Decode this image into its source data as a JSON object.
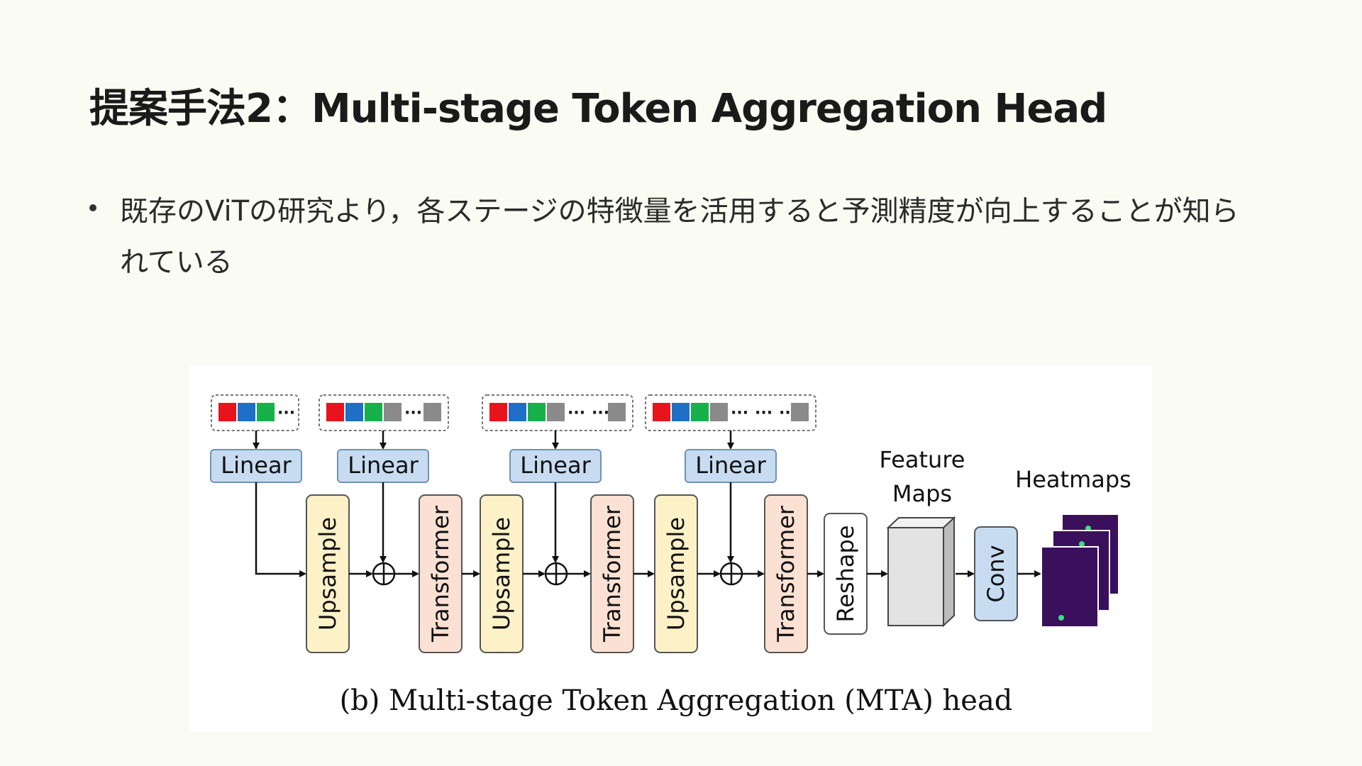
{
  "slide": {
    "title": "提案手法2：Multi-stage Token Aggregation Head",
    "bullet": "既存のViTの研究より，各ステージの特徴量を活用すると予測精度が向上することが知られている"
  },
  "figure": {
    "token_symbols": {
      "dots": "···"
    },
    "linear_label": "Linear",
    "upsample_label": "Upsample",
    "transformer_label": "Transformer",
    "reshape_label": "Reshape",
    "conv_label": "Conv",
    "feature_maps_line1": "Feature",
    "feature_maps_line2": "Maps",
    "heatmaps_label": "Heatmaps",
    "caption": "(b) Multi-stage Token Aggregation (MTA) head",
    "colors": {
      "token_red": "#e8141c",
      "token_blue": "#1f6fc6",
      "token_green": "#18b04b",
      "token_gray": "#8a8a8a",
      "linear_fill": "#c7dcf1",
      "linear_stroke": "#6e93b8",
      "upsample_fill": "#fdf1c7",
      "transformer_fill": "#fbe1d3",
      "conv_fill": "#c7dcf1",
      "heatmap_fill": "#3a0f5c",
      "heatmap_spot": "#3ddc84"
    }
  }
}
